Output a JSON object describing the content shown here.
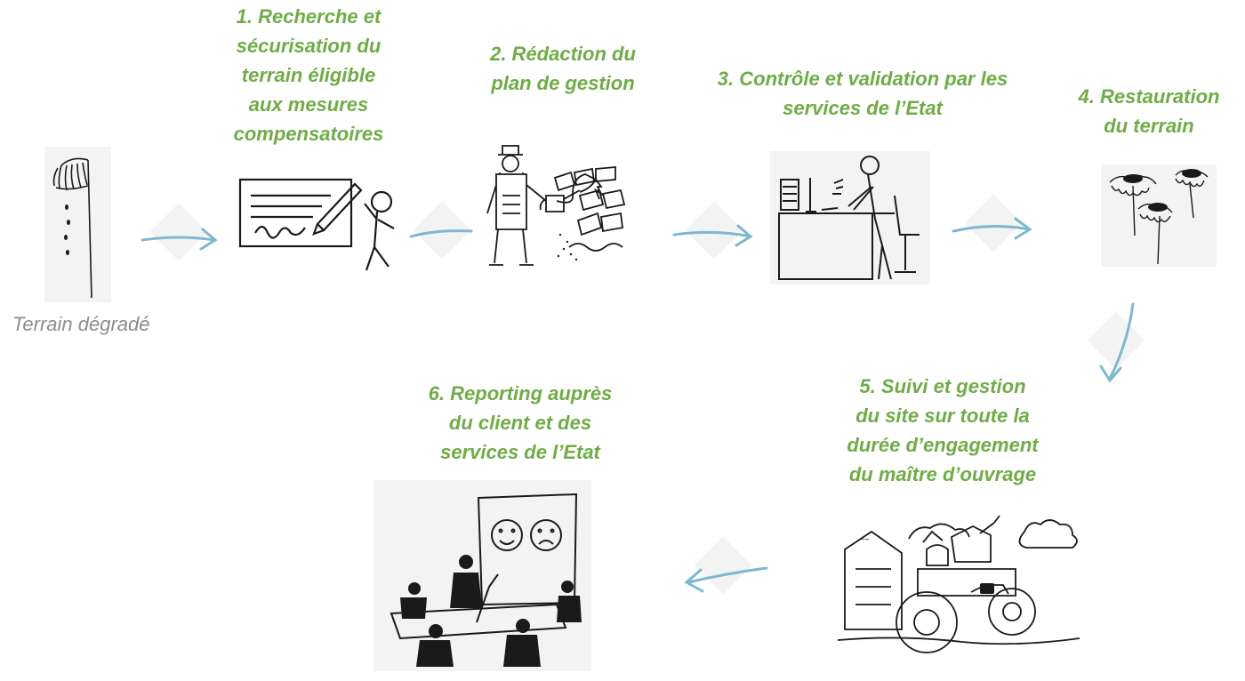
{
  "start_label": "Terrain dégradé",
  "steps": [
    {
      "title": "1. Recherche et\nsécurisation du\nterrain éligible\naux mesures\ncompensatoires"
    },
    {
      "title": "2. Rédaction du\nplan de gestion"
    },
    {
      "title": "3. Contrôle et validation par les\nservices de l’Etat"
    },
    {
      "title": "4. Restauration\ndu terrain"
    },
    {
      "title": "5. Suivi et gestion\ndu site sur toute la\ndurée d’engagement\ndu maître d’ouvrage"
    },
    {
      "title": "6. Reporting auprès\ndu client et des\nservices de l’Etat"
    }
  ],
  "colors": {
    "title": "#6fac46",
    "arrow": "#7fb7cf",
    "caption": "#8c8c8c",
    "ink": "#1a1a1a"
  },
  "icons": [
    "wilted-flower-icon",
    "contract-signing-icon",
    "gardener-icon",
    "office-desk-icon",
    "flowers-icon",
    "tractor-farmer-icon",
    "meeting-icon"
  ]
}
